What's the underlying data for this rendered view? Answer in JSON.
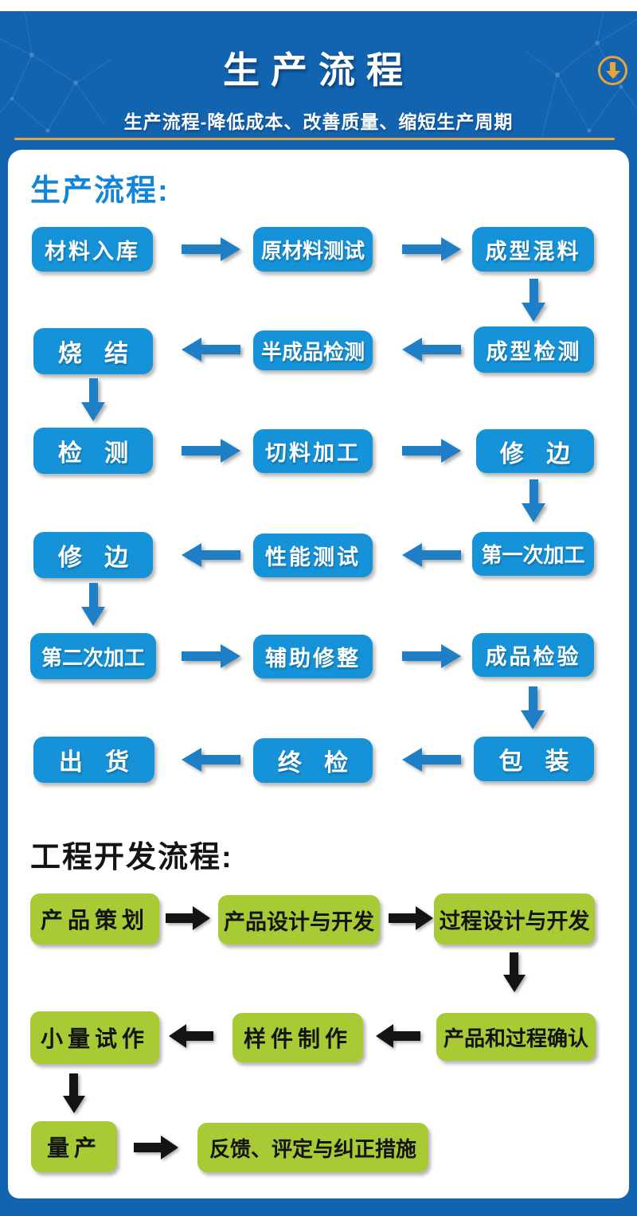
{
  "header": {
    "title": "生产流程",
    "subtitle": "生产流程-降低成本、改善质量、缩短生产周期"
  },
  "icons": {
    "header_scroll": "circled-down-arrow",
    "flow_connectors": [
      "arrow-right",
      "arrow-left",
      "arrow-down"
    ]
  },
  "colors": {
    "header_blue": "#1263b0",
    "box_blue": "#1592d8",
    "arrow_blue": "#1e7ec6",
    "heading_blue": "#1385d8",
    "gold": "#e8a43c",
    "green": "#a7ca35",
    "ink": "#141414"
  },
  "production": {
    "heading": "生产流程:",
    "rows": [
      [
        "材料入库",
        "原材料测试",
        "成型混料"
      ],
      [
        "烧 结",
        "半成品检测",
        "成型检测"
      ],
      [
        "检 测",
        "切料加工",
        "修 边"
      ],
      [
        "修 边",
        "性能测试",
        "第一次加工"
      ],
      [
        "第二次加工",
        "辅助修整",
        "成品检验"
      ],
      [
        "出 货",
        "终 检",
        "包 装"
      ]
    ]
  },
  "engineering": {
    "heading": "工程开发流程:",
    "rows": [
      [
        "产品策划",
        "产品设计与开发",
        "过程设计与开发"
      ],
      [
        "小量试作",
        "样件制作",
        "产品和过程确认"
      ],
      [
        "量产",
        "反馈、评定与纠正措施"
      ]
    ]
  }
}
